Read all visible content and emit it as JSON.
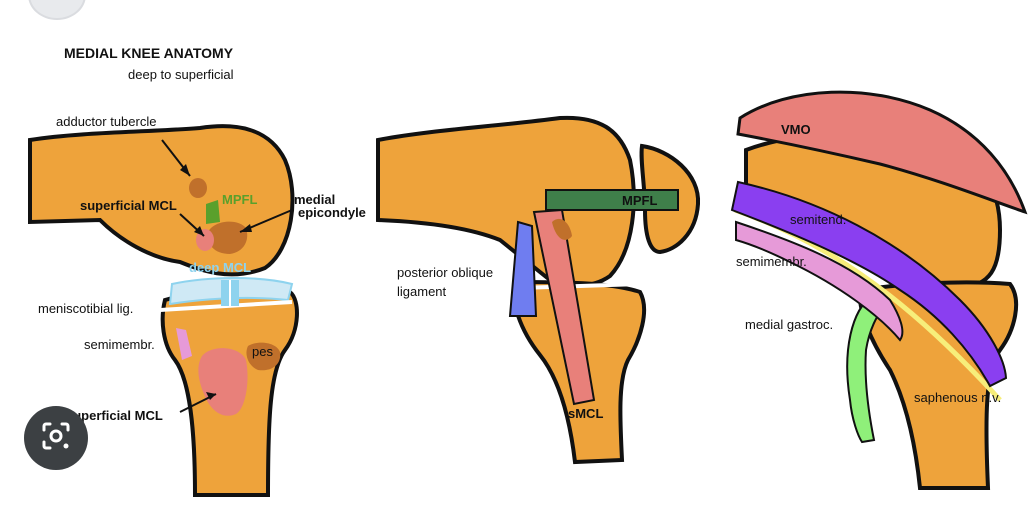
{
  "title": "MEDIAL  KNEE ANATOMY",
  "subtitle": "deep to superficial",
  "panel1": {
    "adductor_tubercle": "adductor tubercle",
    "superficial_mcl_top": "superficial MCL",
    "mpfl": "MPFL",
    "medial_epicondyle_1": "medial",
    "medial_epicondyle_2": "epicondyle",
    "deep_mcl": "deep MCL",
    "meniscotibial": "meniscotibial lig.",
    "semimembr": "semimembr.",
    "pes": "pes",
    "superficial_mcl_bottom": "superficial MCL"
  },
  "panel2": {
    "mpfl": "MPFL",
    "posterior_oblique_1": "posterior oblique",
    "posterior_oblique_2": "ligament",
    "smcl": "sMCL"
  },
  "panel3": {
    "vmo": "VMO",
    "semitend": "semitend.",
    "semimembr": "semimembr.",
    "medial_gastroc": "medial gastroc.",
    "saphenous": "saphenous n.v."
  },
  "colors": {
    "bone": "#eea33b",
    "outline": "#111111",
    "mpfl_green": "#5aa02c",
    "mpfl_band": "#3f7f4a",
    "superficial_mcl": "#e8807a",
    "deep_mcl": "#8ed3ee",
    "epicondyle": "#c0702b",
    "pes": "#c0702b",
    "semimembr": "#e69ad8",
    "pol_blue": "#6f7df0",
    "vmo": "#e8807a",
    "semitend": "#8a3ff0",
    "saphenous": "#f7ee7a",
    "gastroc": "#8ff07a"
  },
  "icons": {
    "lens": "lens-search-icon"
  }
}
